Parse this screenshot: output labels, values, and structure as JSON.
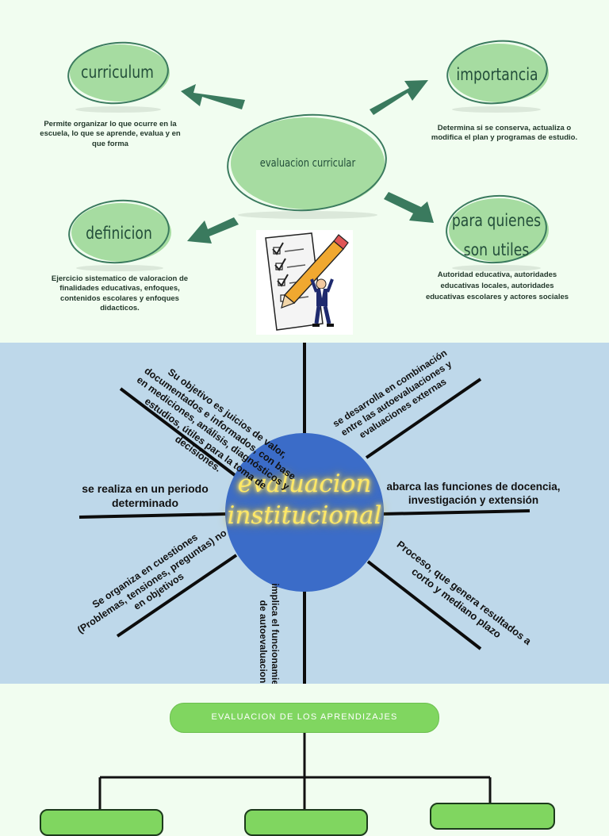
{
  "section1": {
    "center": "evaluacion curricular",
    "nodes": {
      "curriculum": {
        "title": "curriculum",
        "description": "Permite organizar lo que ocurre en la escuela, lo que se aprende, evalua y en que forma"
      },
      "importancia": {
        "title": "importancia",
        "description": "Determina si se conserva, actualiza o modifica el plan y programas de estudio."
      },
      "definicion": {
        "title": "definicion",
        "description": "Ejercicio sistematico de valoracion de finalidades educativas, enfoques, contenidos escolares y enfoques didacticos."
      },
      "quienes": {
        "title_line1": "para quienes",
        "title_line2": "son utiles",
        "description": "Autoridad educativa, autoridades educativas locales, autoridades educativas escolares y actores sociales"
      }
    },
    "colors": {
      "blob": "#a6dca1",
      "ring": "#3a7a5e",
      "arrow": "#3a7a5e"
    }
  },
  "section2": {
    "center_line1": "evaluacion",
    "center_line2": "institucional",
    "spokes": {
      "top_left": "Su objetivo es juicios de valor, documentados e informados, con base en mediciones, análisis, diagnósticos y estudios, útiles para la toma de decisiones.",
      "top_right": "se desarrolla en combinación entre las autoevaluaciones y evaluaciones externas",
      "left": "se realiza en un periodo determinado",
      "right": "abarca las funciones de docencia, investigación y extensión",
      "bottom_left": "Se organiza en cuestiones (Problemas, tensiones, preguntas) no en objetivos",
      "bottom": "implica el funcionamiento de autoevaluacion",
      "bottom_right": "Proceso, que genera resultados a corto y mediano plazo"
    },
    "colors": {
      "background": "#bed8ea",
      "circle": "#3b6cc8",
      "neon": "#ffe866"
    }
  },
  "section3": {
    "title": "EVALUACION DE LOS APRENDIZAJES",
    "colors": {
      "pill": "#80d660"
    }
  }
}
